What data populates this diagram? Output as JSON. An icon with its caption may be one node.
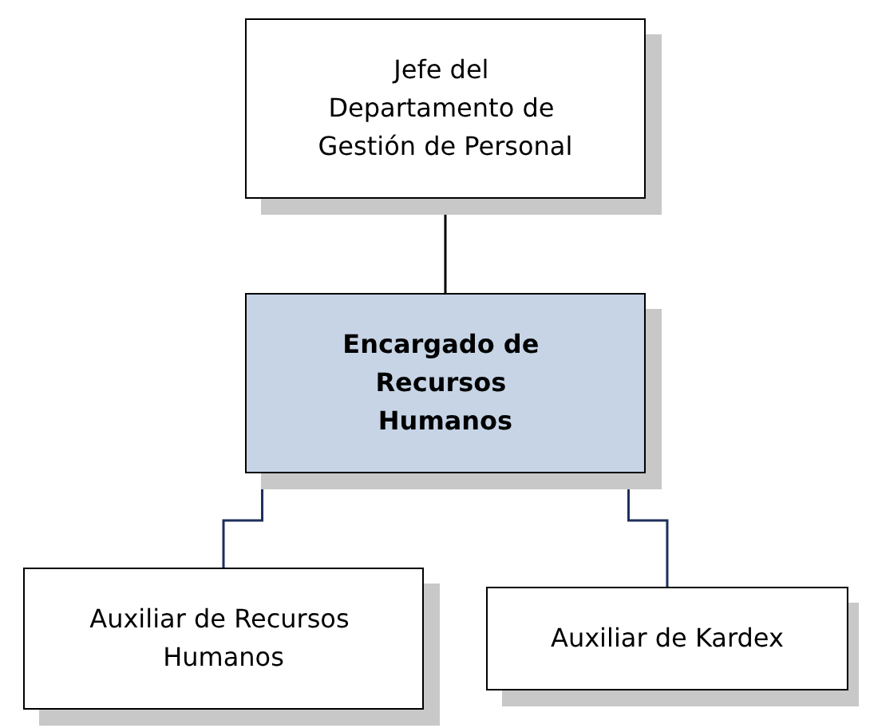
{
  "diagram": {
    "nodes": [
      {
        "text": [
          "Jefe del Departamento de Gestión de Personal"
        ]
      },
      {
        "text": [
          "Encargado de Recursos Humanos"
        ]
      },
      {
        "text": [
          "Auxiliar de Recursos Humanos"
        ]
      },
      {
        "text": [
          "Auxiliar de Kardex"
        ]
      }
    ],
    "edges": [
      {
        "from": 0,
        "to": 1,
        "arrow": "none",
        "color": "#000000"
      },
      {
        "from": 1,
        "to": 2,
        "arrow": "none"
      },
      {
        "from": 1,
        "to": 3,
        "arrow": "none"
      }
    ]
  }
}
